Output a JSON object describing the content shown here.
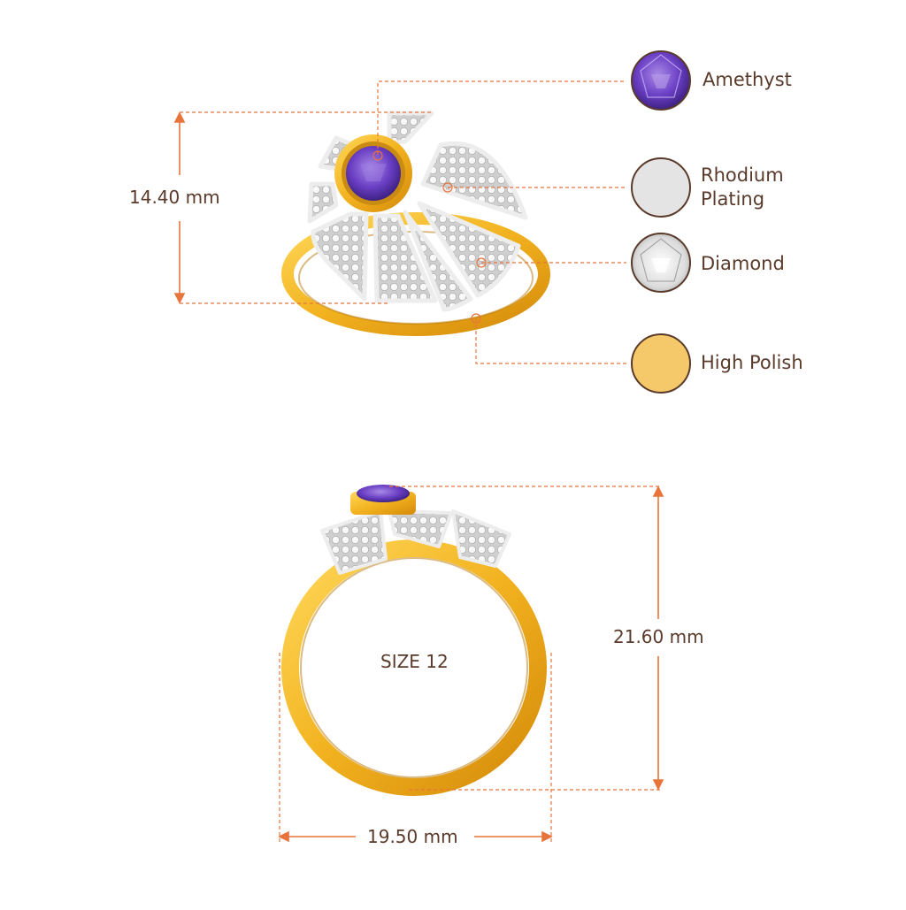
{
  "legend": [
    {
      "id": "amethyst",
      "label": "Amethyst",
      "color": "#7b5cc7",
      "icon": "amethyst-gem-icon"
    },
    {
      "id": "rhodium",
      "label": "Rhodium Plating",
      "label_line1": "Rhodium",
      "label_line2": "Plating",
      "color": "#e4e4e4",
      "icon": "rhodium-swatch-icon"
    },
    {
      "id": "diamond",
      "label": "Diamond",
      "color": "#eeeeee",
      "icon": "diamond-gem-icon"
    },
    {
      "id": "polish",
      "label": "High Polish",
      "color": "#f5c96a",
      "icon": "high-polish-swatch-icon"
    }
  ],
  "dimensions": {
    "top_height": "14.40 mm",
    "side_height": "21.60 mm",
    "width": "19.50 mm",
    "size": "SIZE 12"
  },
  "colors": {
    "leader_line": "#e8743b",
    "label_text": "#5a3a2a",
    "gold": "#f2b21f",
    "gold_dark": "#d48a0a",
    "metal_white": "#e6e6e6",
    "amethyst": "#6a3fc4"
  }
}
